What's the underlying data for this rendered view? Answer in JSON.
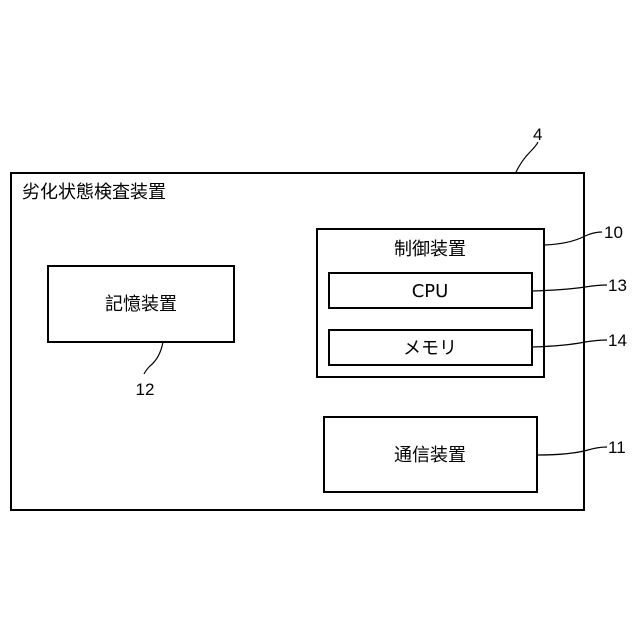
{
  "device": {
    "label": "劣化状態検査装置",
    "ref": "4"
  },
  "storage": {
    "label": "記憶装置",
    "ref": "12"
  },
  "control": {
    "label": "制御装置",
    "ref": "10",
    "cpu": {
      "label": "CPU",
      "ref": "13"
    },
    "memory": {
      "label": "メモリ",
      "ref": "14"
    }
  },
  "communication": {
    "label": "通信装置",
    "ref": "11"
  }
}
